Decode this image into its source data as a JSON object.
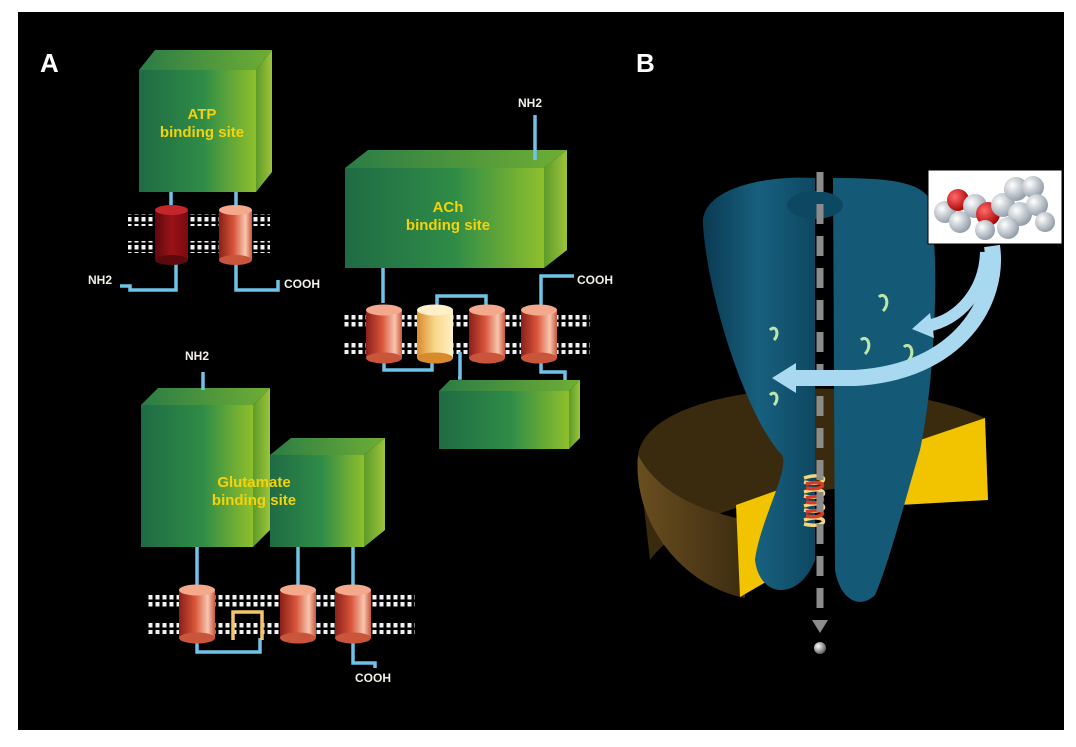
{
  "panels": {
    "a": {
      "letter": "A",
      "atp": {
        "label_line1": "ATP",
        "label_line2": "binding site",
        "nterm": "NH2",
        "cterm": "COOH"
      },
      "ach": {
        "label_line1": "ACh",
        "label_line2": "binding site",
        "nterm": "NH2",
        "cterm": "COOH"
      },
      "glutamate": {
        "label_line1": "Glutamate",
        "label_line2": "binding site",
        "nterm": "NH2",
        "cterm": "COOH"
      }
    },
    "b": {
      "letter": "B"
    }
  },
  "colors": {
    "background": "#000000",
    "frame": "#ffffff",
    "domain_green": "#2e8a45",
    "label_yellow": "#f5d20a",
    "helix_red": "#c8442e",
    "helix_dark_red": "#8e0f14",
    "helix_pale": "#f3c46a",
    "linker_blue": "#6fc3e8",
    "channel_blue": "#135b78",
    "membrane_brown": "#5e451b",
    "membrane_gold": "#f2c400",
    "arrow_light_blue": "#a9d9f0",
    "pore_axis_gray": "#8b8b8b"
  }
}
